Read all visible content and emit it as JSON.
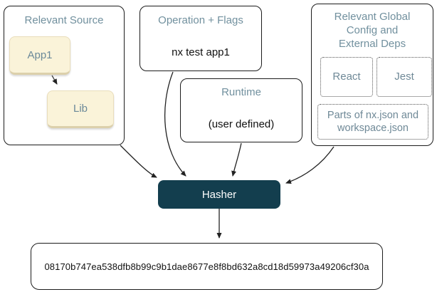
{
  "diagram": {
    "relevant_source": {
      "title": "Relevant Source",
      "nodes": {
        "app1": "App1",
        "lib": "Lib"
      }
    },
    "operation_flags": {
      "title": "Operation + Flags",
      "command": "nx test app1"
    },
    "runtime": {
      "title": "Runtime",
      "value": "(user defined)"
    },
    "global_config": {
      "title": "Relevant Global Config and External Deps",
      "deps": {
        "react": "React",
        "jest": "Jest",
        "config_files": "Parts of nx.json and workspace.json"
      }
    },
    "hasher": {
      "label": "Hasher"
    },
    "output": {
      "hash": "08170b747ea538dfb8b99c9b1dae8677e8f8bd632a8cd18d59973a49206cf30a"
    }
  },
  "colors": {
    "title_text": "#71909e",
    "node_fill": "#faf3d9",
    "hasher_bg": "#133e4e",
    "hasher_text": "#ffffff",
    "box_border": "#1c1c1c",
    "arrow": "#222222"
  }
}
